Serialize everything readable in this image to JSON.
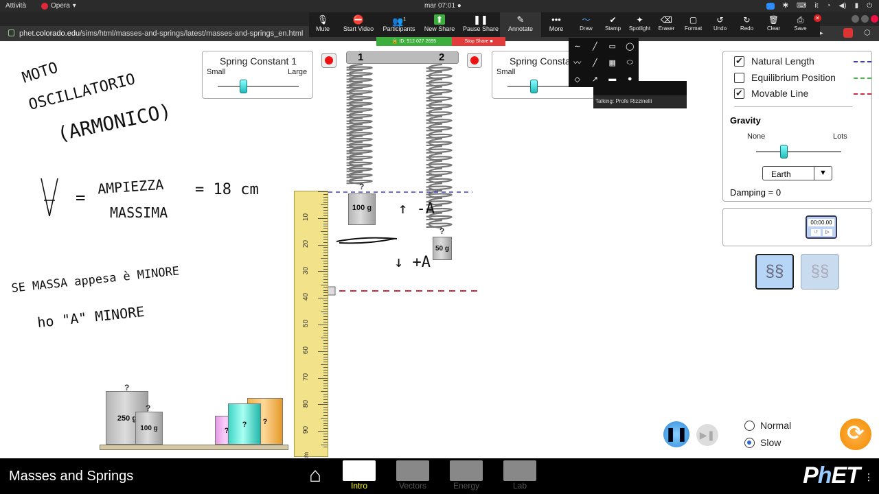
{
  "os": {
    "activities": "Attività",
    "app": "Opera",
    "clock": "mar 07:01 ●",
    "lang": "it"
  },
  "browser": {
    "url_prefix": "phet.",
    "url_domain": "colorado.edu",
    "url_path": "/sims/html/masses-and-springs/latest/masses-and-springs_en.html"
  },
  "zoom": {
    "items": [
      {
        "label": "Mute",
        "icon": "🎙"
      },
      {
        "label": "Start Video",
        "icon": "⛔"
      },
      {
        "label": "Participants",
        "icon": "👥",
        "badge": "1"
      },
      {
        "label": "New Share",
        "icon": "⬆"
      },
      {
        "label": "Pause Share",
        "icon": "❚❚"
      },
      {
        "label": "Annotate",
        "icon": "✎"
      },
      {
        "label": "More",
        "icon": "•••"
      }
    ],
    "annotate_items": [
      {
        "label": "Draw",
        "icon": "〜"
      },
      {
        "label": "Stamp",
        "icon": "✔"
      },
      {
        "label": "Spotlight",
        "icon": "✦"
      },
      {
        "label": "Eraser",
        "icon": "⌫"
      },
      {
        "label": "Format",
        "icon": "▢"
      },
      {
        "label": "Undo",
        "icon": "↺"
      },
      {
        "label": "Redo",
        "icon": "↻"
      },
      {
        "label": "Clear",
        "icon": "🗑"
      },
      {
        "label": "Save",
        "icon": "⎙"
      }
    ],
    "meeting_id": "ID: 912 027 2695",
    "stop_share": "Stop Share ■",
    "talking": "Talking: Profe Rizzinelli",
    "palette": [
      "∼",
      "╱",
      "▭",
      "◯",
      "〰",
      "╱",
      "▦",
      "⬭",
      "◇",
      "↗",
      "▬",
      "●"
    ]
  },
  "sim": {
    "spring1_panel": {
      "title": "Spring Constant 1",
      "min": "Small",
      "max": "Large"
    },
    "spring2_panel": {
      "title": "Spring Consta",
      "min": "Small"
    },
    "spring_labels": [
      "1",
      "2"
    ],
    "options": {
      "natural_length": "Natural Length",
      "equilibrium": "Equilibrium Position",
      "movable_line": "Movable Line",
      "natural_color": "#3a3ad0",
      "equilibrium_color": "#3cc83c",
      "movable_color": "#d0283a"
    },
    "gravity": {
      "title": "Gravity",
      "min": "None",
      "max": "Lots",
      "planet": "Earth",
      "damping": "Damping = 0"
    },
    "timer": "00:00.00",
    "masses": {
      "hung1": "100 g",
      "hung2": "50 g",
      "shelf_250": "250 g",
      "shelf_100": "100 g",
      "unknown": "?"
    },
    "ruler": [
      "10",
      "20",
      "30",
      "40",
      "50",
      "60",
      "70",
      "80",
      "90",
      "cm"
    ],
    "speed": {
      "normal": "Normal",
      "slow": "Slow"
    }
  },
  "handwriting": {
    "line1": "MOTO",
    "line2": "OSCILLATORIO",
    "line3": "(ARMONICO)",
    "a": "A",
    "eq": "=",
    "ampiezza": "AMPIEZZA",
    "massima": "MASSIMA",
    "value": "= 18 cm",
    "minus_a": "↑ -A",
    "plus_a": "↓ +A",
    "rule1": "SE MASSA appesa è MINORE",
    "rule2": "ho \"A\" MINORE"
  },
  "nav": {
    "title": "Masses and Springs",
    "tabs": [
      "Intro",
      "Vectors",
      "Energy",
      "Lab"
    ],
    "brand_p": "P",
    "brand_h": "h",
    "brand_et": "ET"
  }
}
